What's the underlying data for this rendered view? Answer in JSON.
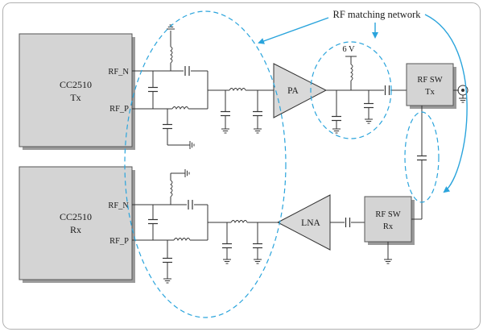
{
  "figure": {
    "annotation": "RF matching network",
    "tx_chip": {
      "name": "CC2510",
      "mode": "Tx",
      "pins": [
        "RF_N",
        "RF_P"
      ]
    },
    "rx_chip": {
      "name": "CC2510",
      "mode": "Rx",
      "pins": [
        "RF_N",
        "RF_P"
      ]
    },
    "pa_label": "PA",
    "lna_label": "LNA",
    "supply_label": "6 V",
    "switch_tx": {
      "line1": "RF SW",
      "line2": "Tx"
    },
    "switch_rx": {
      "line1": "RF SW",
      "line2": "Rx"
    },
    "colors": {
      "annotation": "#2aa4dc",
      "chip_fill": "#d4d4d4",
      "frame": "#b0b0b0"
    }
  }
}
